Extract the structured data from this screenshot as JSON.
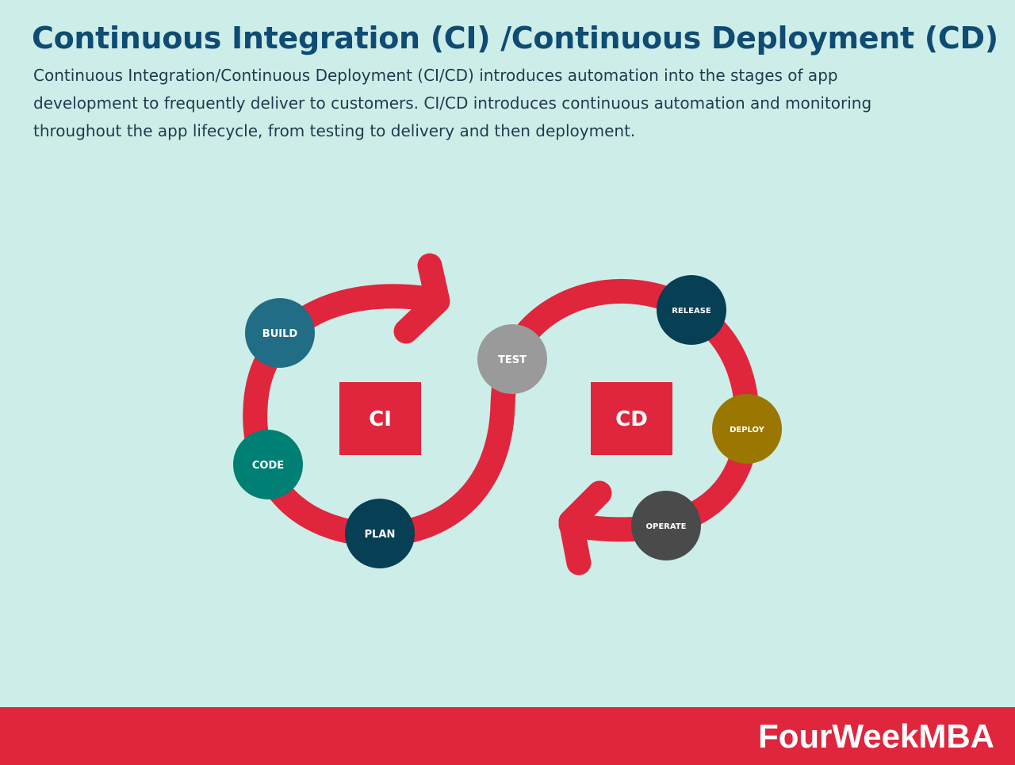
{
  "title": "Continuous Integration (CI) /Continuous Deployment (CD)",
  "description": "Continuous Integration/Continuous Deployment (CI/CD) introduces automation into the stages of app development to frequently deliver to customers. CI/CD introduces continuous automation and monitoring throughout the app lifecycle, from testing to delivery and then deployment.",
  "diagram": {
    "ci_label": "CI",
    "cd_label": "CD",
    "nodes": {
      "build": {
        "label": "BUILD",
        "color": "#216d86"
      },
      "code": {
        "label": "CODE",
        "color": "#007f74"
      },
      "plan": {
        "label": "PLAN",
        "color": "#073f55"
      },
      "test": {
        "label": "TEST",
        "color": "#9a9a9a"
      },
      "release": {
        "label": "RELEASE",
        "color": "#073f55"
      },
      "deploy": {
        "label": "DEPLOY",
        "color": "#9a7700"
      },
      "operate": {
        "label": "OPERATE",
        "color": "#4a4a4a"
      }
    },
    "loop_color": "#e0263d"
  },
  "footer": {
    "brand": "FourWeekMBA"
  }
}
